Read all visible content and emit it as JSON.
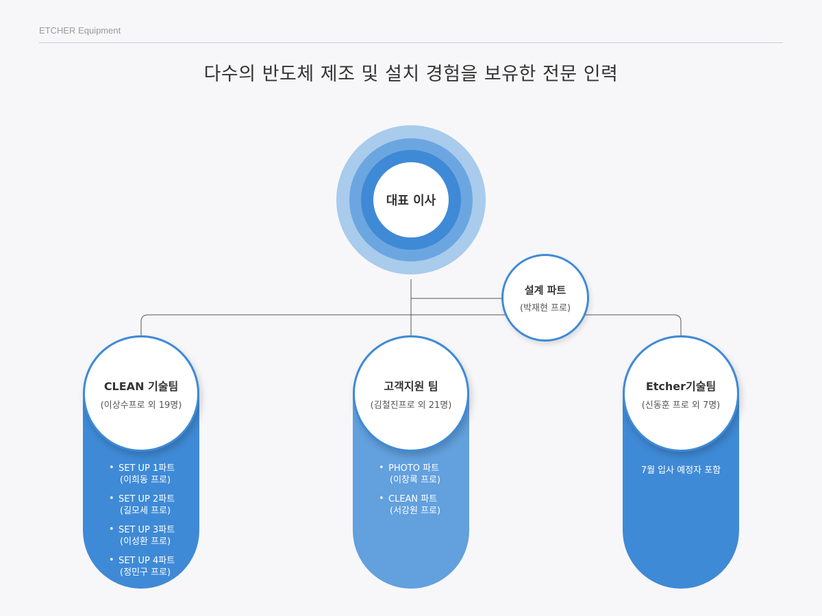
{
  "header": {
    "brand": "ETCHER Equipment",
    "title": "다수의 반도체 제조 및 설치 경험을 보유한 전문 인력"
  },
  "ceo": {
    "name": "대표 이사"
  },
  "design_part": {
    "name": "설계 파트",
    "lead": "(박재현 프로)"
  },
  "teams": [
    {
      "name": "CLEAN 기술팀",
      "lead": "(이상수프로 외 19명)",
      "color": "#3f8ad6",
      "members": [
        {
          "name": "SET UP 1파트",
          "lead": "(이희동 프로)"
        },
        {
          "name": "SET UP 2파트",
          "lead": "(길모세 프로)"
        },
        {
          "name": "SET UP 3파트",
          "lead": "(이성환 프로)"
        },
        {
          "name": "SET UP 4파트",
          "lead": "(정민구 프로)"
        }
      ]
    },
    {
      "name": "고객지원 팀",
      "lead": "(김철진프로 외 21명)",
      "color": "#62a0de",
      "members": [
        {
          "name": "PHOTO 파트",
          "lead": "(이창록 프로)"
        },
        {
          "name": "CLEAN 파트",
          "lead": "(서강원 프로)"
        }
      ]
    },
    {
      "name": "Etcher기술팀",
      "lead": "(신동훈 프로 외 7명)",
      "color": "#3f8ad6",
      "note": "7월 입사 예정자 포함"
    }
  ],
  "colors": {
    "accent": "#3f8ad6",
    "ring_outer": "#a9cbec",
    "ring_mid": "#6ca6e1",
    "connector": "#555555"
  }
}
